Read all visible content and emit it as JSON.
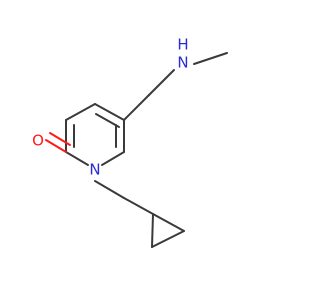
{
  "molecule": {
    "atoms": {
      "nh_n": "N",
      "nh_h": "H",
      "ring_n": "N",
      "carbonyl_o": "O"
    },
    "colors": {
      "bond": "#3a3a3a",
      "nitrogen": "#2a2ad8",
      "oxygen": "#ff1a1a",
      "background": "#ffffff"
    }
  }
}
